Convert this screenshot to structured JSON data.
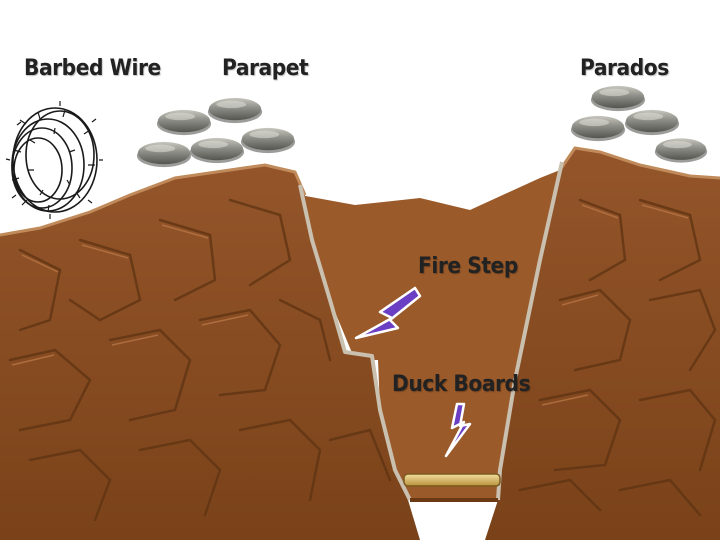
{
  "labels": {
    "barbed_wire": "Barbed Wire",
    "parapet": "Parapet",
    "parados": "Parados",
    "fire_step": "Fire Step",
    "duck_boards": "Duck Boards"
  },
  "colors": {
    "earth": "#8a4f22",
    "earth_dark": "#5e3312",
    "earth_light": "#a8683a",
    "trench_wall": "#9b5a2a",
    "sandbag": "#8a8a85",
    "sandbag_light": "#bdbdb5",
    "arrow": "#6a3fc4",
    "duck_board": "#e6c97a",
    "text": "#222222"
  },
  "icons": {
    "barbed_wire": "barbed-wire-coil-icon",
    "sandbag": "sandbag-icon",
    "arrow": "pointer-arrow-icon"
  }
}
